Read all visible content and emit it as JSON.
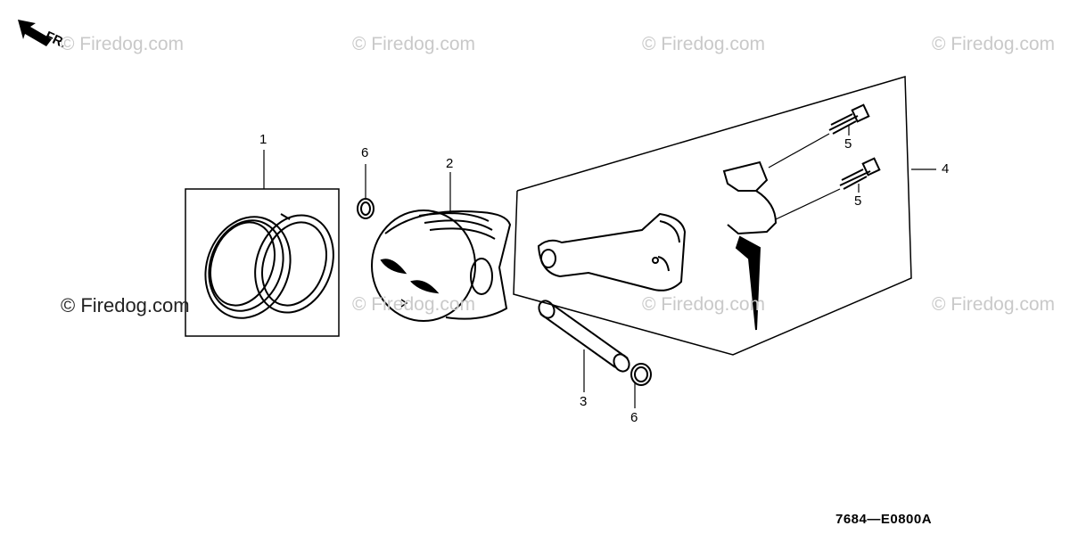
{
  "direction_label": "FR.",
  "watermark_text": "© Firedog.com",
  "callouts": {
    "piston_ring_set": "1",
    "piston": "2",
    "piston_pin": "3",
    "connecting_rod_set": "4",
    "rod_bolt_upper": "5",
    "rod_bolt_lower": "5",
    "pin_clip_upper": "6",
    "pin_clip_lower": "6"
  },
  "diagram_ref": "7684—E0800A",
  "colors": {
    "line": "#000000",
    "watermark": "#c9c9c9"
  }
}
